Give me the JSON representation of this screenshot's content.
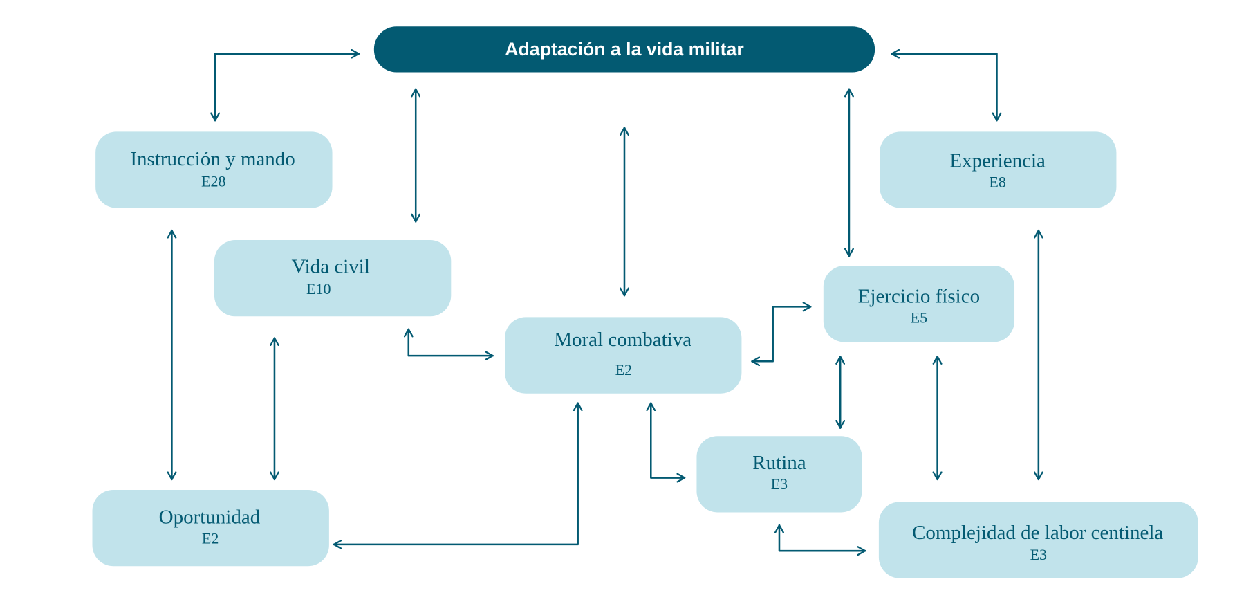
{
  "diagram": {
    "type": "relationship-map",
    "colors": {
      "main_node": "#035a72",
      "node_fill": "#c1e3eb",
      "text": "#035a72",
      "arrows": "#035a72",
      "background": "#ffffff"
    },
    "central": {
      "id": "adaptacion",
      "title": "Adaptación a la vida militar"
    },
    "nodes": [
      {
        "id": "instruccion",
        "title": "Instrucción y mando",
        "code": "E28"
      },
      {
        "id": "vida_civil",
        "title": "Vida civil",
        "code": "E10"
      },
      {
        "id": "moral",
        "title": "Moral combativa",
        "code": "E2"
      },
      {
        "id": "experiencia",
        "title": "Experiencia",
        "code": "E8"
      },
      {
        "id": "ejercicio",
        "title": "Ejercicio físico",
        "code": "E5"
      },
      {
        "id": "rutina",
        "title": "Rutina",
        "code": "E3"
      },
      {
        "id": "oportunidad",
        "title": "Oportunidad",
        "code": "E2"
      },
      {
        "id": "complejidad",
        "title": "Complejidad de labor centinela",
        "code": "E3"
      }
    ],
    "edges": [
      {
        "from": "adaptacion",
        "to": "instruccion",
        "direction": "both"
      },
      {
        "from": "adaptacion",
        "to": "experiencia",
        "direction": "both"
      },
      {
        "from": "adaptacion",
        "to": "vida_civil",
        "direction": "both"
      },
      {
        "from": "adaptacion",
        "to": "moral",
        "direction": "both"
      },
      {
        "from": "adaptacion",
        "to": "ejercicio",
        "direction": "both"
      },
      {
        "from": "instruccion",
        "to": "oportunidad",
        "direction": "both"
      },
      {
        "from": "vida_civil",
        "to": "oportunidad",
        "direction": "both"
      },
      {
        "from": "vida_civil",
        "to": "moral",
        "direction": "both"
      },
      {
        "from": "moral",
        "to": "ejercicio",
        "direction": "both"
      },
      {
        "from": "moral",
        "to": "oportunidad",
        "direction": "both"
      },
      {
        "from": "moral",
        "to": "rutina",
        "direction": "both"
      },
      {
        "from": "ejercicio",
        "to": "rutina",
        "direction": "both"
      },
      {
        "from": "ejercicio",
        "to": "complejidad",
        "direction": "both"
      },
      {
        "from": "experiencia",
        "to": "complejidad",
        "direction": "both"
      },
      {
        "from": "rutina",
        "to": "complejidad",
        "direction": "both"
      }
    ]
  }
}
